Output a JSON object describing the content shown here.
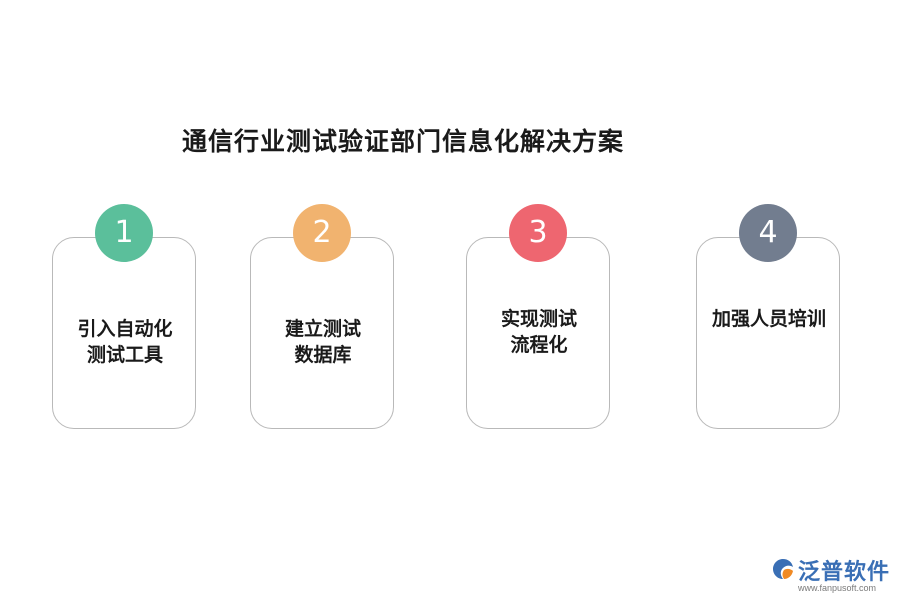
{
  "title": "通信行业测试验证部门信息化解决方案",
  "steps": [
    {
      "number": "1",
      "lines": [
        "引入自动化",
        "测试工具"
      ],
      "color": "#5bbf9b"
    },
    {
      "number": "2",
      "lines": [
        "建立测试",
        "数据库"
      ],
      "color": "#f1b36f"
    },
    {
      "number": "3",
      "lines": [
        "实现测试",
        "流程化"
      ],
      "color": "#ee6670"
    },
    {
      "number": "4",
      "lines": [
        "加强人员培训"
      ],
      "color": "#727d8f"
    }
  ],
  "logo": {
    "name": "泛普软件",
    "url": "www.fanpusoft.com",
    "icon": "fanpu-logo-icon"
  }
}
